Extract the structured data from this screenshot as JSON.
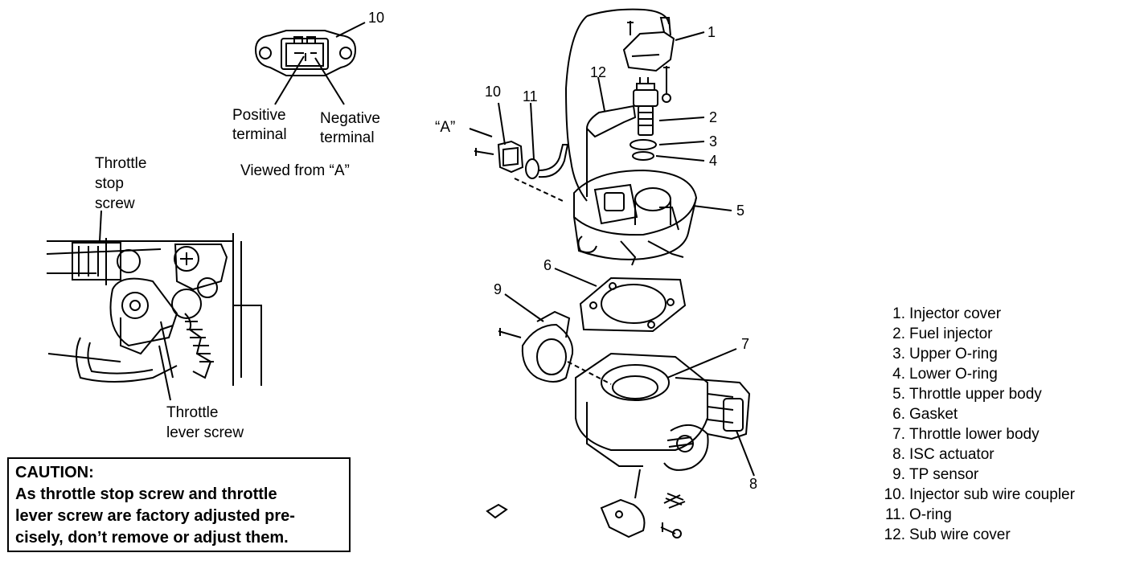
{
  "connector_view": {
    "callout_number": "10",
    "positive_label_line1": "Positive",
    "positive_label_line2": "terminal",
    "negative_label_line1": "Negative",
    "negative_label_line2": "terminal",
    "view_caption": "Viewed from “A”"
  },
  "adjust_view": {
    "stop_screw_line1": "Throttle",
    "stop_screw_line2": "stop",
    "stop_screw_line3": "screw",
    "lever_screw_line1": "Throttle",
    "lever_screw_line2": "lever screw"
  },
  "exploded_view": {
    "view_marker": "“A”",
    "callouts": [
      "1",
      "2",
      "3",
      "4",
      "5",
      "6",
      "7",
      "8",
      "9",
      "10",
      "11",
      "12"
    ]
  },
  "legend": [
    {
      "num": "1.",
      "text": "Injector cover"
    },
    {
      "num": "2.",
      "text": "Fuel injector"
    },
    {
      "num": "3.",
      "text": "Upper O-ring"
    },
    {
      "num": "4.",
      "text": "Lower O-ring"
    },
    {
      "num": "5.",
      "text": "Throttle upper body"
    },
    {
      "num": "6.",
      "text": "Gasket"
    },
    {
      "num": "7.",
      "text": "Throttle lower body"
    },
    {
      "num": "8.",
      "text": "ISC actuator"
    },
    {
      "num": "9.",
      "text": "TP sensor"
    },
    {
      "num": "10.",
      "text": "Injector sub wire coupler"
    },
    {
      "num": "11.",
      "text": "O-ring"
    },
    {
      "num": "12.",
      "text": "Sub wire cover"
    }
  ],
  "caution": {
    "title": "CAUTION:",
    "line1": "As throttle stop screw and throttle",
    "line2": "lever screw are factory adjusted pre-",
    "line3": "cisely, don’t remove or adjust them."
  }
}
